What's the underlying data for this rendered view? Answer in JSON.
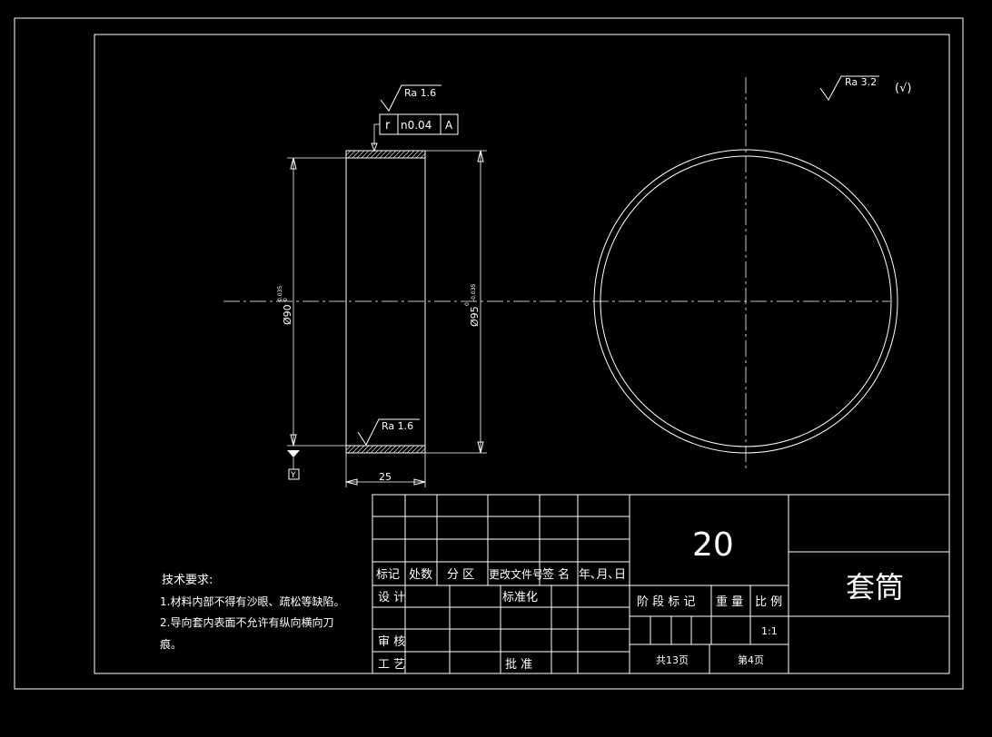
{
  "drawing": {
    "background": "#000000",
    "line_color": "#ffffff",
    "part_view": {
      "roughness_top": "Ra 1.6",
      "roughness_inner": "Ra 1.6",
      "tolerance_frame": {
        "symbol": "r",
        "value": "n0.04",
        "datum": "A"
      },
      "datum_label": "Y",
      "dim_inner": {
        "label": "Ø90",
        "tol_upper": "0.035",
        "tol_lower": "0"
      },
      "dim_outer": {
        "label": "Ø95",
        "tol_upper": "0",
        "tol_lower": "-0.035"
      },
      "dim_width": "25"
    },
    "general_roughness": {
      "label": "Ra 3.2",
      "note": "(√)"
    },
    "tech_requirements": {
      "title": "技术要求:",
      "items": [
        "1.材料内部不得有沙眼、疏松等缺陷。",
        "2.导向套内表面不允许有纵向横向刀",
        "痕。"
      ]
    },
    "title_block": {
      "material": "20",
      "part_name": "套筒",
      "headers": [
        "标记",
        "处数",
        "分 区",
        "更改文件号",
        "签 名",
        "年､月､日"
      ],
      "design": "设 计",
      "standardization": "标准化",
      "review": "审 核",
      "process": "工 艺",
      "approve": "批 准",
      "stage_mark": "阶 段 标 记",
      "weight": "重 量",
      "scale_label": "比 例",
      "scale": "1:1",
      "total_pages": "共13页",
      "page_no": "第4页"
    }
  }
}
